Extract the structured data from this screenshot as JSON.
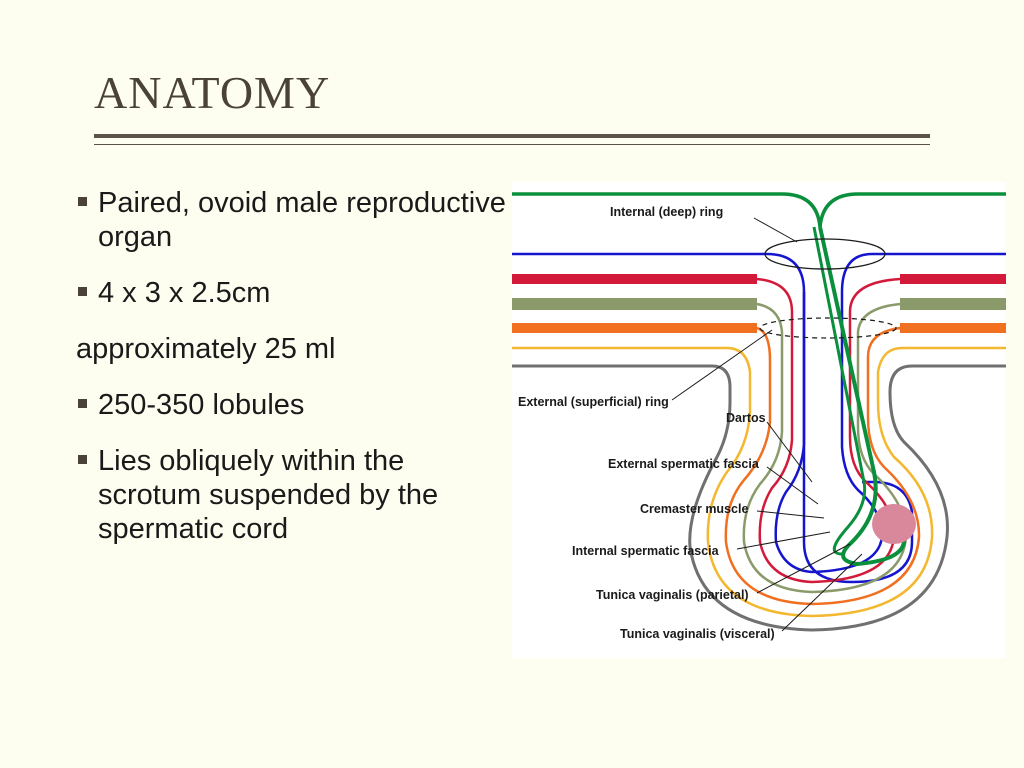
{
  "title": "ANATOMY",
  "bullets": [
    "Paired, ovoid male reproductive organ",
    "4 x 3 x 2.5cm",
    "approximately 25 ml",
    "250-350 lobules",
    "Lies obliquely within the scrotum suspended by the spermatic cord"
  ],
  "diagram": {
    "labels": {
      "internal_ring": "Internal (deep) ring",
      "external_ring": "External (superficial) ring",
      "dartos": "Dartos",
      "external_spermatic_fascia": "External spermatic fascia",
      "cremaster_muscle": "Cremaster muscle",
      "internal_spermatic_fascia": "Internal spermatic fascia",
      "tunica_vaginalis_parietal": "Tunica vaginalis (parietal)",
      "tunica_vaginalis_visceral": "Tunica vaginalis (visceral)"
    },
    "layer_colors": {
      "cord": "#0a8f3c",
      "internal_layer": "#1515d0",
      "muscle": "#d41a3a",
      "fascia": "#8b9a6a",
      "orange": "#f07020",
      "yellow": "#f4b830",
      "skin": "#707070",
      "testis": "#d9879a"
    }
  }
}
